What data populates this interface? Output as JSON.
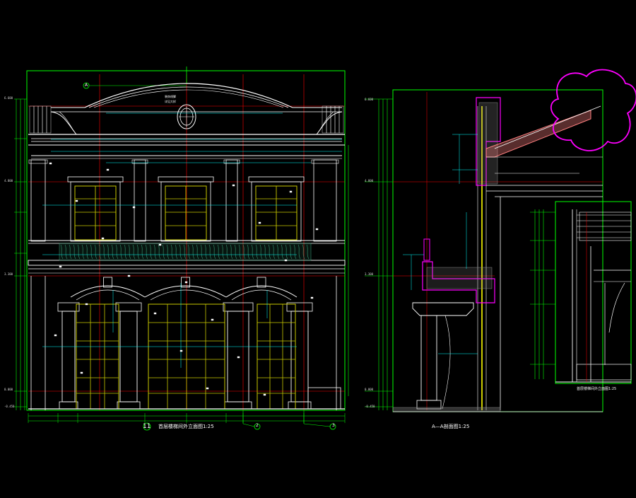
{
  "drawing": {
    "background": "#000000",
    "colors": {
      "green": "#00ff00",
      "red": "#ff0000",
      "cyan": "#00ffff",
      "white": "#ffffff",
      "yellow": "#ffff00",
      "magenta": "#ff00ff",
      "olive": "#c8c800",
      "grey": "#8a8a8a",
      "railing_teal": "#3aa17a",
      "roof_pink": "#ff8080"
    },
    "left_view": {
      "number": "11",
      "title": "首层楼梯间外立面图1:25"
    },
    "section_view": {
      "title": "A—A剖面图1:25"
    },
    "detail_view": {
      "title": "首层楼梯间外立面图1:25"
    },
    "grid_axis": {
      "top_marker": "A",
      "bottom_markers": [
        "2",
        "3"
      ]
    },
    "levels": {
      "left": [
        "6.600",
        "4.800",
        "3.300",
        "0.000",
        "-0.450"
      ],
      "section": [
        "6.600",
        "4.800",
        "3.300",
        "0.000",
        "-0.450"
      ]
    },
    "notes": [
      "装饰线脚",
      "详见大样"
    ]
  }
}
